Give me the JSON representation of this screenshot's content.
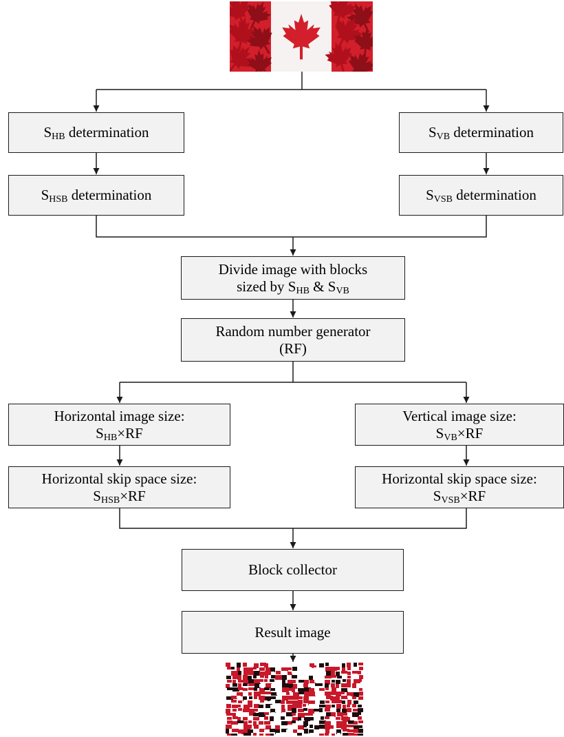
{
  "images": {
    "input": {
      "subject": "maple-leaf-flag",
      "colors": {
        "red": "#d21f2b",
        "dark_red": "#8e0f18",
        "white": "#ffffff"
      }
    },
    "output": {
      "subject": "scrambled-maple-leaf-flag",
      "colors": {
        "red": "#c8182a",
        "dark": "#1c0c0e",
        "white": "#ffffff"
      }
    }
  },
  "boxes": {
    "shb": {
      "sym": "S",
      "sub": "HB",
      "text": " determination"
    },
    "svb": {
      "sym": "S",
      "sub": "VB",
      "text": " determination"
    },
    "shsb": {
      "sym": "S",
      "sub": "HSB",
      "text": " determination"
    },
    "svsb": {
      "sym": "S",
      "sub": "VSB",
      "text": " determination"
    },
    "divide": {
      "line1": "Divide image with blocks",
      "line2_pre": "sized by ",
      "sym1": "S",
      "sub1": "HB",
      "amp": " & ",
      "sym2": "S",
      "sub2": "VB"
    },
    "rng": {
      "line1": "Random number generator",
      "line2": "(RF)"
    },
    "h_img": {
      "line1": "Horizontal image size:",
      "sym": "S",
      "sub": "HB",
      "suffix": "×RF"
    },
    "v_img": {
      "line1": "Vertical image size:",
      "sym": "S",
      "sub": "VB",
      "suffix": "×RF"
    },
    "h_skip": {
      "line1": "Horizontal skip space size:",
      "sym": "S",
      "sub": "HSB",
      "suffix": "×RF"
    },
    "v_skip": {
      "line1": "Horizontal skip space size:",
      "sym": "S",
      "sub": "VSB",
      "suffix": "×RF"
    },
    "collector": {
      "label": "Block collector"
    },
    "result": {
      "label": "Result image"
    }
  },
  "colors": {
    "box_fill": "#f2f2f2",
    "stroke": "#1a1a1a"
  }
}
